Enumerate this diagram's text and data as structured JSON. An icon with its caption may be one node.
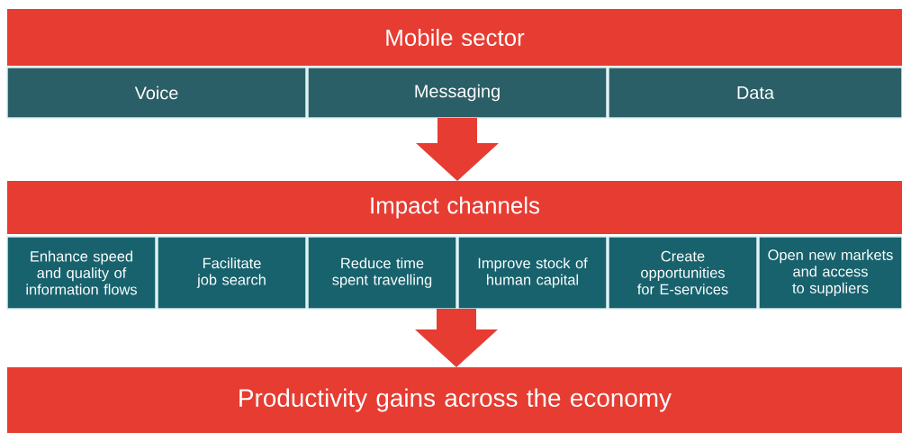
{
  "diagram": {
    "nodes": [
      {
        "text": [
          "Mobile sector"
        ]
      },
      {
        "text": [
          "Voice"
        ]
      },
      {
        "text": [
          "Messaging"
        ]
      },
      {
        "text": [
          "Data"
        ]
      },
      {
        "text": [
          "Impact channels"
        ]
      },
      {
        "text": [
          "Enhance speed and quality of information flows"
        ]
      },
      {
        "text": [
          "Facilitate job search"
        ]
      },
      {
        "text": [
          "Reduce time spent travelling"
        ]
      },
      {
        "text": [
          "Improve stock of human capital"
        ]
      },
      {
        "text": [
          "Create opportunities for E-services"
        ]
      },
      {
        "text": [
          "Open new markets and access to suppliers"
        ]
      },
      {
        "text": [
          "Productivity gains across the economy"
        ]
      }
    ],
    "edges": [
      {
        "from": 2,
        "to": 4,
        "arrow": "to",
        "style": "thick"
      },
      {
        "from": 7,
        "to": 11,
        "arrow": "to",
        "style": "thick"
      }
    ]
  }
}
